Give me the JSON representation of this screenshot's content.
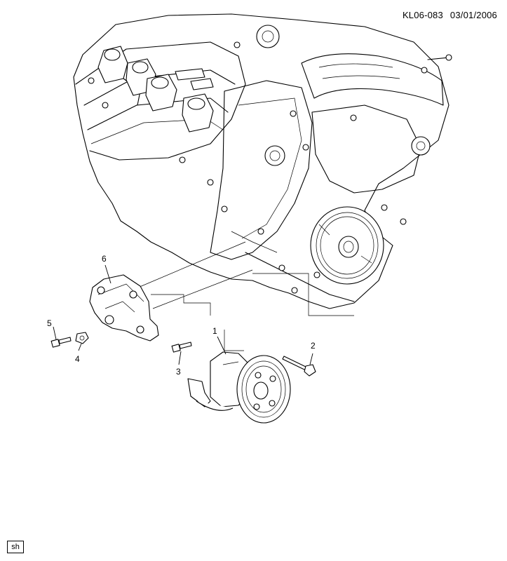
{
  "header": {
    "doc_code": "KL06-083",
    "date": "03/01/2006"
  },
  "callouts": [
    {
      "id": "1",
      "part": "power-steering-pump"
    },
    {
      "id": "2",
      "part": "pump-bolt-long"
    },
    {
      "id": "3",
      "part": "pump-bolt-short"
    },
    {
      "id": "4",
      "part": "bracket-nut"
    },
    {
      "id": "5",
      "part": "bracket-bolt"
    },
    {
      "id": "6",
      "part": "pump-bracket"
    }
  ],
  "footer": {
    "badge": "sh"
  },
  "colors": {
    "line": "#000000",
    "background": "#ffffff"
  }
}
